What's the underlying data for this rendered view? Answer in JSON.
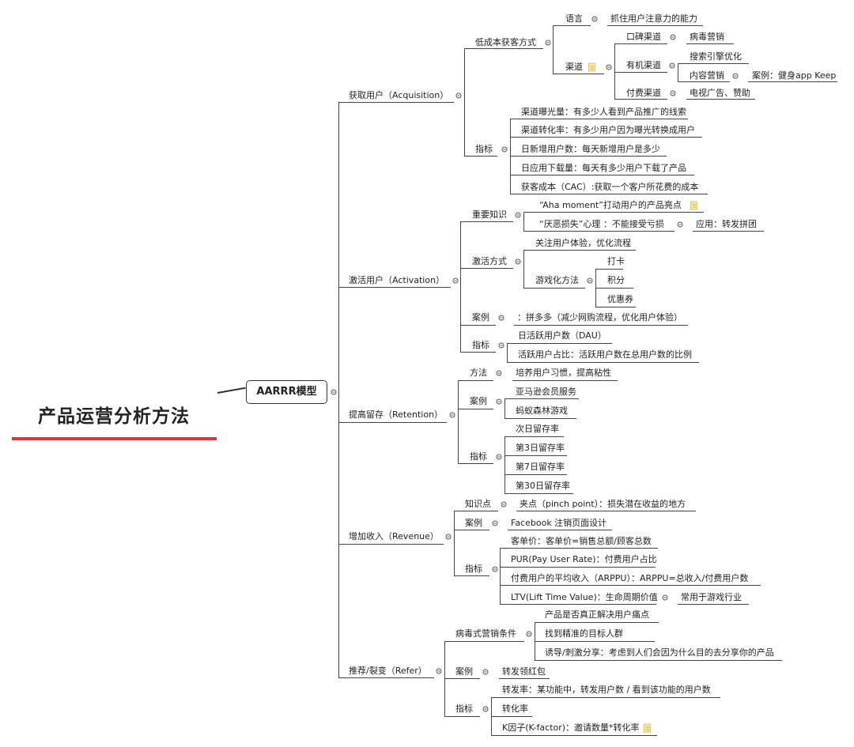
{
  "title": "产品运营分析方法",
  "root": "AARRR模型",
  "acquisition": {
    "label": "获取用户（Acquisition）",
    "lowcost": {
      "label": "低成本获客方式",
      "language": "语言",
      "language_detail": "抓住用户注意力的能力",
      "channel": "渠道",
      "word_of_mouth": "口碑渠道",
      "viral_marketing": "病毒营销",
      "organic": "有机渠道",
      "seo": "搜索引擎优化",
      "content_marketing": "内容营销",
      "content_case": "案例：健身app Keep",
      "paid": "付费渠道",
      "paid_detail": "电视广告、赞助"
    },
    "metrics": {
      "label": "指标",
      "items": [
        "渠道曝光量：有多少人看到产品推广的线索",
        "渠道转化率：有多少用户因为曝光转换成用户",
        "日新增用户数：每天新增用户是多少",
        "日应用下载量：每天有多少用户下载了产品",
        "获客成本（CAC）:获取一个客户所花费的成本"
      ]
    }
  },
  "activation": {
    "label": "激活用户（Activation）",
    "knowledge": {
      "label": "重要知识",
      "aha": "“Aha moment”打动用户的产品亮点",
      "loss": "“厌恶损失”心理 ：不能接受亏损",
      "loss_app": "应用：转发拼团"
    },
    "methods": {
      "label": "激活方式",
      "ux": "关注用户体验，优化流程",
      "gamify": "游戏化方法",
      "gamify_items": [
        "打卡",
        "积分",
        "优惠券"
      ]
    },
    "case": {
      "label": "案例",
      "detail": "：拼多多（减少网购流程，优化用户体验）"
    },
    "metrics": {
      "label": "指标",
      "items": [
        "日活跃用户数（DAU）",
        "活跃用户占比：活跃用户数在总用户数的比例"
      ]
    }
  },
  "retention": {
    "label": "提高留存（Retention）",
    "method": {
      "label": "方法",
      "detail": "培养用户习惯，提高粘性"
    },
    "case": {
      "label": "案例",
      "items": [
        "亚马逊会员服务",
        "蚂蚁森林游戏"
      ]
    },
    "metrics": {
      "label": "指标",
      "items": [
        "次日留存率",
        "第3日留存率",
        "第7日留存率",
        "第30日留存率"
      ]
    }
  },
  "revenue": {
    "label": "增加收入（Revenue）",
    "knowledge": {
      "label": "知识点",
      "detail": "夹点（pinch point）：损失潜在收益的地方"
    },
    "case": {
      "label": "案例",
      "detail": "Facebook 注销页面设计"
    },
    "metrics": {
      "label": "指标",
      "items": [
        "客单价：客单价=销售总额/顾客总数",
        "PUR(Pay User Rate)：付费用户占比",
        "付费用户的平均收入（ARPPU）：ARPPU=总收入/付费用户数",
        "LTV(Lift Time Value)：生命周期价值"
      ],
      "ltv_note": "常用于游戏行业"
    }
  },
  "refer": {
    "label": "推荐/裂变（Refer）",
    "viral": {
      "label": "病毒式营销条件",
      "items": [
        "产品是否真正解决用户痛点",
        "找到精准的目标人群",
        "诱导/刺激分享：考虑到人们会因为什么目的去分享你的产品"
      ]
    },
    "case": {
      "label": "案例",
      "detail": "转发领红包"
    },
    "metrics": {
      "label": "指标",
      "items": [
        "转发率：某功能中，转发用户数 /  看到该功能的用户数",
        "转化率",
        "K因子(K-factor)：邀请数量*转化率"
      ]
    }
  },
  "colors": {
    "accent": "#d9363e",
    "line": "#444444",
    "note": "#f6e7a6"
  }
}
